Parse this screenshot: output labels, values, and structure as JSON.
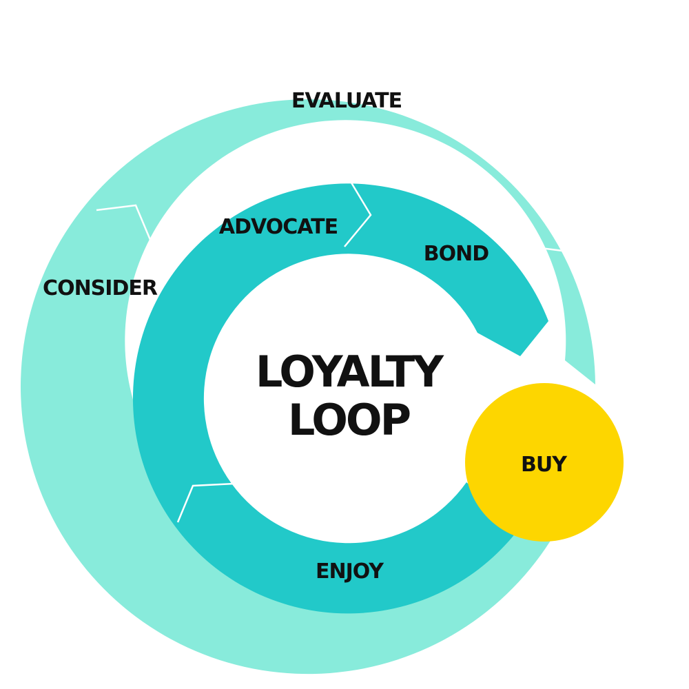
{
  "colors": {
    "outer_ring": "#88EBDB",
    "inner_ring": "#22C9C9",
    "buy_circle": "#FDD600",
    "text": "#111111",
    "background": "#FFFFFF"
  },
  "title": {
    "line1": "LOYALTY",
    "line2": "LOOP"
  },
  "stages": {
    "evaluate": "EVALUATE",
    "consider": "CONSIDER",
    "advocate": "ADVOCATE",
    "bond": "BOND",
    "enjoy": "ENJOY",
    "buy": "BUY"
  }
}
